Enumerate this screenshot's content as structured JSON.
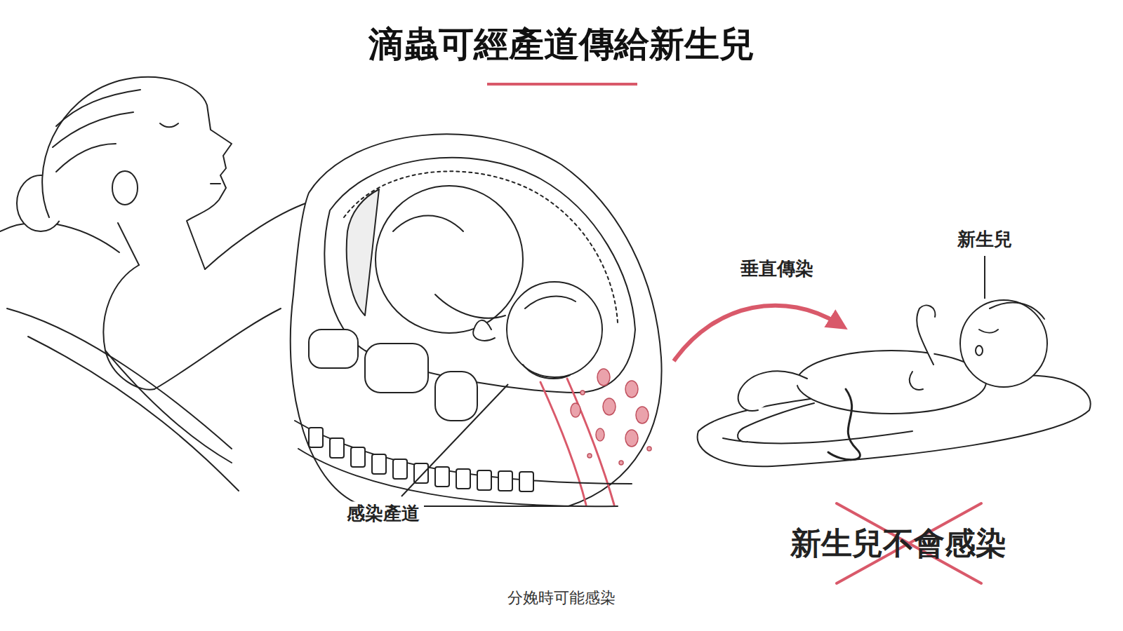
{
  "diagram": {
    "title": "滴蟲可經產道傳給新生兒",
    "caption": "分娩時可能感染",
    "labels": [
      "垂直傳染",
      "新生兒",
      "感染產道",
      "新生兒不會感染"
    ]
  }
}
